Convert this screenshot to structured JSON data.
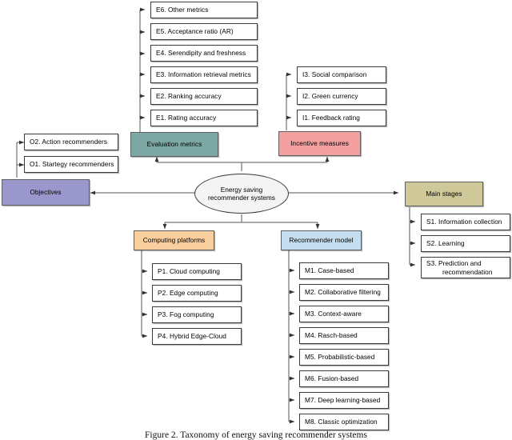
{
  "figure": {
    "caption": "Figure 2. Taxonomy of energy saving recommender systems",
    "root": {
      "id": "root",
      "label": "Energy saving recommender systems",
      "label_lines": [
        "Energy saving",
        "recommender systems"
      ],
      "shape": "ellipse",
      "fill": "#f4f4f4"
    },
    "branches": [
      {
        "id": "objectives",
        "label": "Objectives",
        "fill": "#9a97cc",
        "children": [
          {
            "id": "O2",
            "label": "O2. Action recommenders"
          },
          {
            "id": "O1",
            "label": "O1. Startegy recommenders"
          }
        ]
      },
      {
        "id": "evaluation-metrics",
        "label": "Evaluation metrics",
        "fill": "#7da8a4",
        "children": [
          {
            "id": "E6",
            "label": "E6.  Other metrics"
          },
          {
            "id": "E5",
            "label": "E5.   Acceptance ratio (AR)"
          },
          {
            "id": "E4",
            "label": "E4. Serendipity and freshness"
          },
          {
            "id": "E3",
            "label": "E3.  Information retrieval metrics"
          },
          {
            "id": "E2",
            "label": "E2. Ranking accuracy"
          },
          {
            "id": "E1",
            "label": "E1. Rating accuracy"
          }
        ]
      },
      {
        "id": "incentive-measures",
        "label": "Incentive measures",
        "fill": "#f4a0a0",
        "children": [
          {
            "id": "I3",
            "label": "I3. Social comparison"
          },
          {
            "id": "I2",
            "label": "I2. Green currency"
          },
          {
            "id": "I1",
            "label": "I1. Feedback rating"
          }
        ]
      },
      {
        "id": "main-stages",
        "label": "Main stages",
        "fill": "#cfc999",
        "children": [
          {
            "id": "S1",
            "label": "S1. Information collection"
          },
          {
            "id": "S2",
            "label": "S2. Learning"
          },
          {
            "id": "S3",
            "label": "S3. Prediction  and recommendation",
            "line1": "S3. Prediction  and",
            "line2": "recommendation"
          }
        ]
      },
      {
        "id": "computing-platforms",
        "label": "Computing platforms",
        "fill": "#facfa0",
        "children": [
          {
            "id": "P1",
            "label": "P1. Cloud computing"
          },
          {
            "id": "P2",
            "label": "P2. Edge computing"
          },
          {
            "id": "P3",
            "label": "P3. Fog computing"
          },
          {
            "id": "P4",
            "label": "P4. Hybrid Edge-Cloud"
          }
        ]
      },
      {
        "id": "recommender-model",
        "label": "Recommender model",
        "fill": "#c5deef",
        "children": [
          {
            "id": "M1",
            "label": "M1. Case-based"
          },
          {
            "id": "M2",
            "label": "M2. Collaborative filtering"
          },
          {
            "id": "M3",
            "label": "M3. Context-aware"
          },
          {
            "id": "M4",
            "label": "M4. Rasch-based"
          },
          {
            "id": "M5",
            "label": "M5. Probabilistic-based"
          },
          {
            "id": "M6",
            "label": "M6. Fusion-based"
          },
          {
            "id": "M7",
            "label": "M7. Deep learning-based"
          },
          {
            "id": "M8",
            "label": "M8. Classic optimization"
          }
        ]
      }
    ],
    "colors": {
      "edge": "#555555",
      "box_border": "#3a3a3a",
      "background": "#ffffff"
    }
  }
}
